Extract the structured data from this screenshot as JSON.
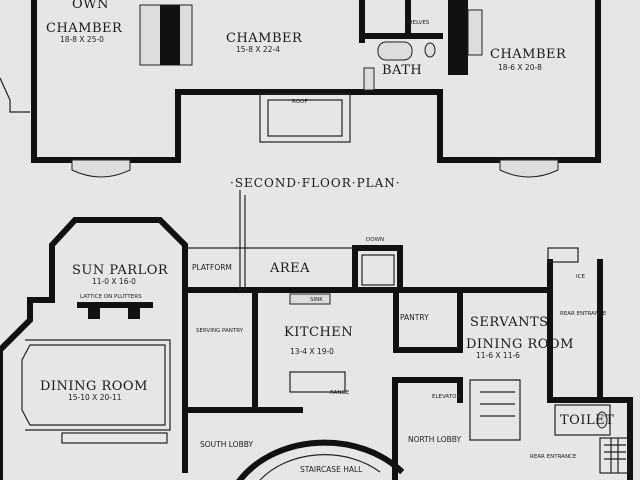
{
  "upper_floor": {
    "rooms": [
      {
        "name": "OWN",
        "dims": ""
      },
      {
        "name": "CHAMBER",
        "dims": "18-8 X 25-0"
      },
      {
        "name": "CHAMBER",
        "dims": "15-8 X 22-4"
      },
      {
        "name": "BATH",
        "dims": ""
      },
      {
        "name": "CHAMBER",
        "dims": "18-6 X 20-8"
      }
    ],
    "roof_label": "ROOF",
    "shelves_label": "SHELVES"
  },
  "plan_title": "·SECOND·FLOOR·PLAN·",
  "first_floor": {
    "sun_parlor": {
      "name": "SUN PARLOR",
      "dims": "11-0 X 16-0",
      "note": "LATTICE ON PLUTTERS"
    },
    "platform": "PLATFORM",
    "area": "AREA",
    "down": "DOWN",
    "kitchen": {
      "name": "KITCHEN",
      "dims": "13-4 X 19-0"
    },
    "serving_pantry": "SERVING PANTRY",
    "dining_room": {
      "name": "DINING ROOM",
      "dims": "15-10 X 20-11"
    },
    "south_lobby": "SOUTH LOBBY",
    "staircase_hall": "STAIRCASE HALL",
    "pantry": "PANTRY",
    "servants_dining": {
      "name": "SERVANTS'",
      "name2": "DINING ROOM",
      "dims": "11-6 X 11-6"
    },
    "rear_entrance": "REAR ENTRANCE",
    "north_lobby": "NORTH LOBBY",
    "toilet": "TOILET",
    "rear_entrance_vest": "REAR ENTRANCE",
    "range": "RANGE",
    "elevator": "ELEVATOR",
    "sink": "SINK",
    "ice": "ICE"
  }
}
